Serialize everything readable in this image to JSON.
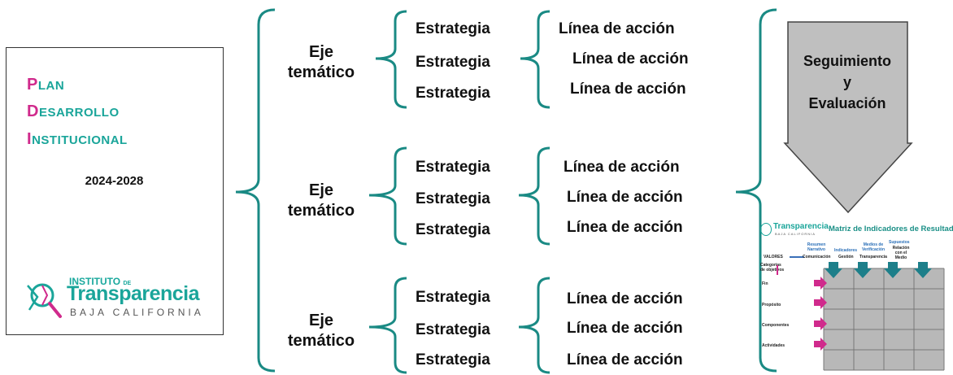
{
  "plan": {
    "line1_initial": "P",
    "line1_rest": "LAN",
    "line2_initial": "D",
    "line2_rest": "ESARROLLO",
    "line3_initial": "I",
    "line3_rest": "NSTITUCIONAL",
    "years": "2024-2028"
  },
  "logo": {
    "top": "INSTITUTO",
    "top_de": "DE",
    "main": "Transparencia",
    "sub": "BAJA CALIFORNIA"
  },
  "ejes": [
    {
      "label_line1": "Eje",
      "label_line2": "temático",
      "strategies": [
        "Estrategia",
        "Estrategia",
        "Estrategia"
      ],
      "actions": [
        "Línea de acción",
        "Línea de acción",
        "Línea de acción"
      ]
    },
    {
      "label_line1": "Eje",
      "label_line2": "temático",
      "strategies": [
        "Estrategia",
        "Estrategia",
        "Estrategia"
      ],
      "actions": [
        "Línea de acción",
        "Línea de acción",
        "Línea de acción"
      ]
    },
    {
      "label_line1": "Eje",
      "label_line2": "temático",
      "strategies": [
        "Estrategia",
        "Estrategia",
        "Estrategia"
      ],
      "actions": [
        "Línea de acción",
        "Línea de acción",
        "Línea de acción"
      ]
    }
  ],
  "seguimiento": {
    "line1": "Seguimiento",
    "line2": "y",
    "line3": "Evaluación"
  },
  "mir": {
    "logo_text": "Transparencia",
    "logo_sub": "BAJA CALIFORNIA",
    "title": "Matriz de Indicadores de Resultados MIR",
    "valores": "VALORES",
    "categorias": "Categorías de objetivos",
    "col1": "Resumen Narrativo",
    "col1b": "Comunicación",
    "col2": "Indicadores",
    "col2b": "Gestión",
    "col3": "Medios de Verificación",
    "col3b": "Transparencia",
    "col4": "Supuestos",
    "col4b": "Relación con el Medio",
    "row1": "Fin",
    "row2": "Propósito",
    "row3": "Componentes",
    "row4": "Actividades"
  },
  "colors": {
    "bracket": "#1a8a84",
    "pink": "#d02a8c",
    "teal": "#1aa59a",
    "arrow_fill": "#bfbfbf"
  }
}
